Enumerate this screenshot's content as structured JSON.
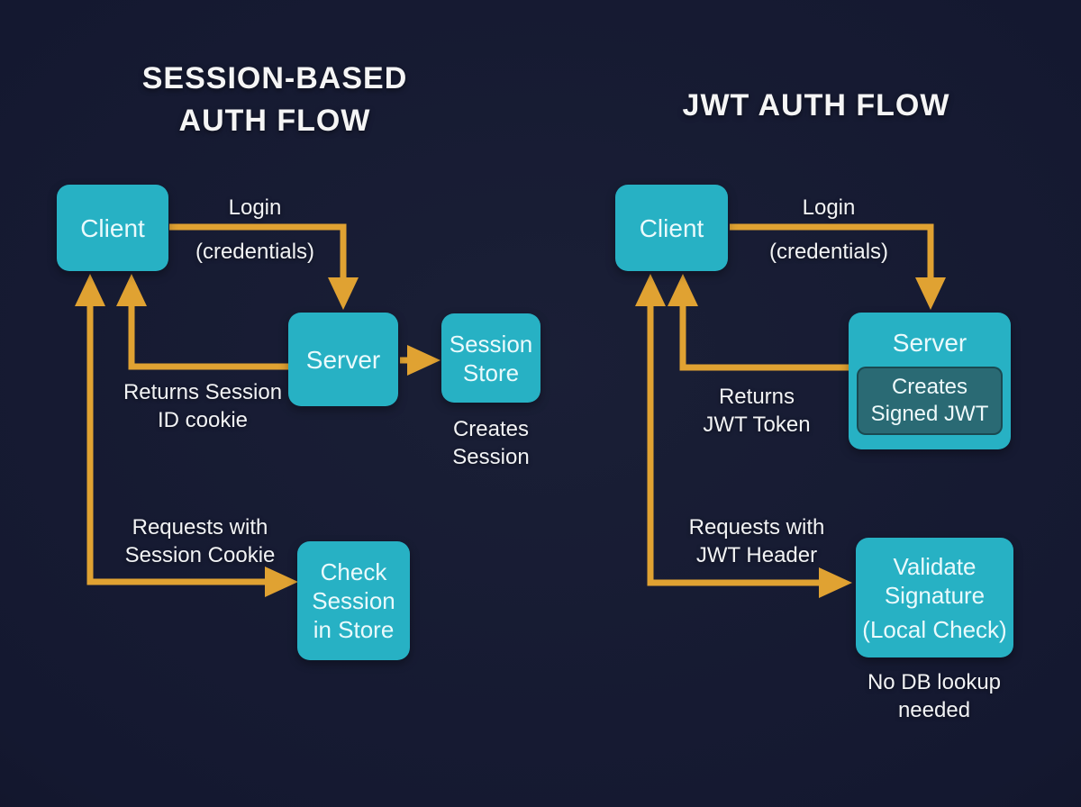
{
  "palette": {
    "background": "#141830",
    "node_fill": "#27b1c4",
    "inner_node_fill": "#2a6a74",
    "arrow": "#e0a232",
    "text": "#f5f5f5"
  },
  "left_flow": {
    "title": "SESSION-BASED\nAUTH FLOW",
    "nodes": {
      "client": "Client",
      "server": "Server",
      "session_store": "Session\nStore",
      "check_session": "Check\nSession\nin Store"
    },
    "labels": {
      "login": "Login",
      "credentials": "(credentials)",
      "returns": "Returns Session\nID cookie",
      "creates_session": "Creates\nSession",
      "requests": "Requests with\nSession Cookie"
    }
  },
  "right_flow": {
    "title": "JWT AUTH FLOW",
    "nodes": {
      "client": "Client",
      "server": "Server",
      "creates_jwt": "Creates\nSigned JWT",
      "validate": "Validate\nSignature",
      "local_check": "(Local Check)"
    },
    "labels": {
      "login": "Login",
      "credentials": "(credentials)",
      "returns": "Returns\nJWT Token",
      "requests": "Requests with\nJWT Header",
      "note": "No DB lookup\nneeded"
    }
  }
}
